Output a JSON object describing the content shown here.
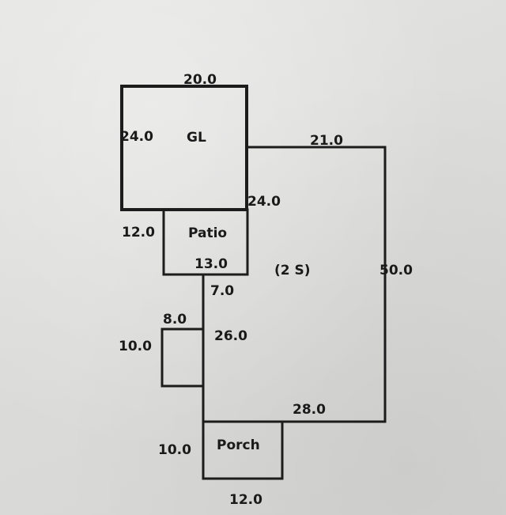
{
  "areas": {
    "gl": "GL",
    "patio": "Patio",
    "main": "(2 S)",
    "porch": "Porch"
  },
  "dimensions": {
    "gl_top": "20.0",
    "gl_left": "24.0",
    "main_top": "21.0",
    "gl_right_step": "24.0",
    "patio_left": "12.0",
    "patio_bottom": "13.0",
    "main_right": "50.0",
    "step_7": "7.0",
    "bump_top": "8.0",
    "bump_left": "10.0",
    "main_left": "26.0",
    "main_bottom": "28.0",
    "porch_left": "10.0",
    "porch_bottom": "12.0"
  }
}
